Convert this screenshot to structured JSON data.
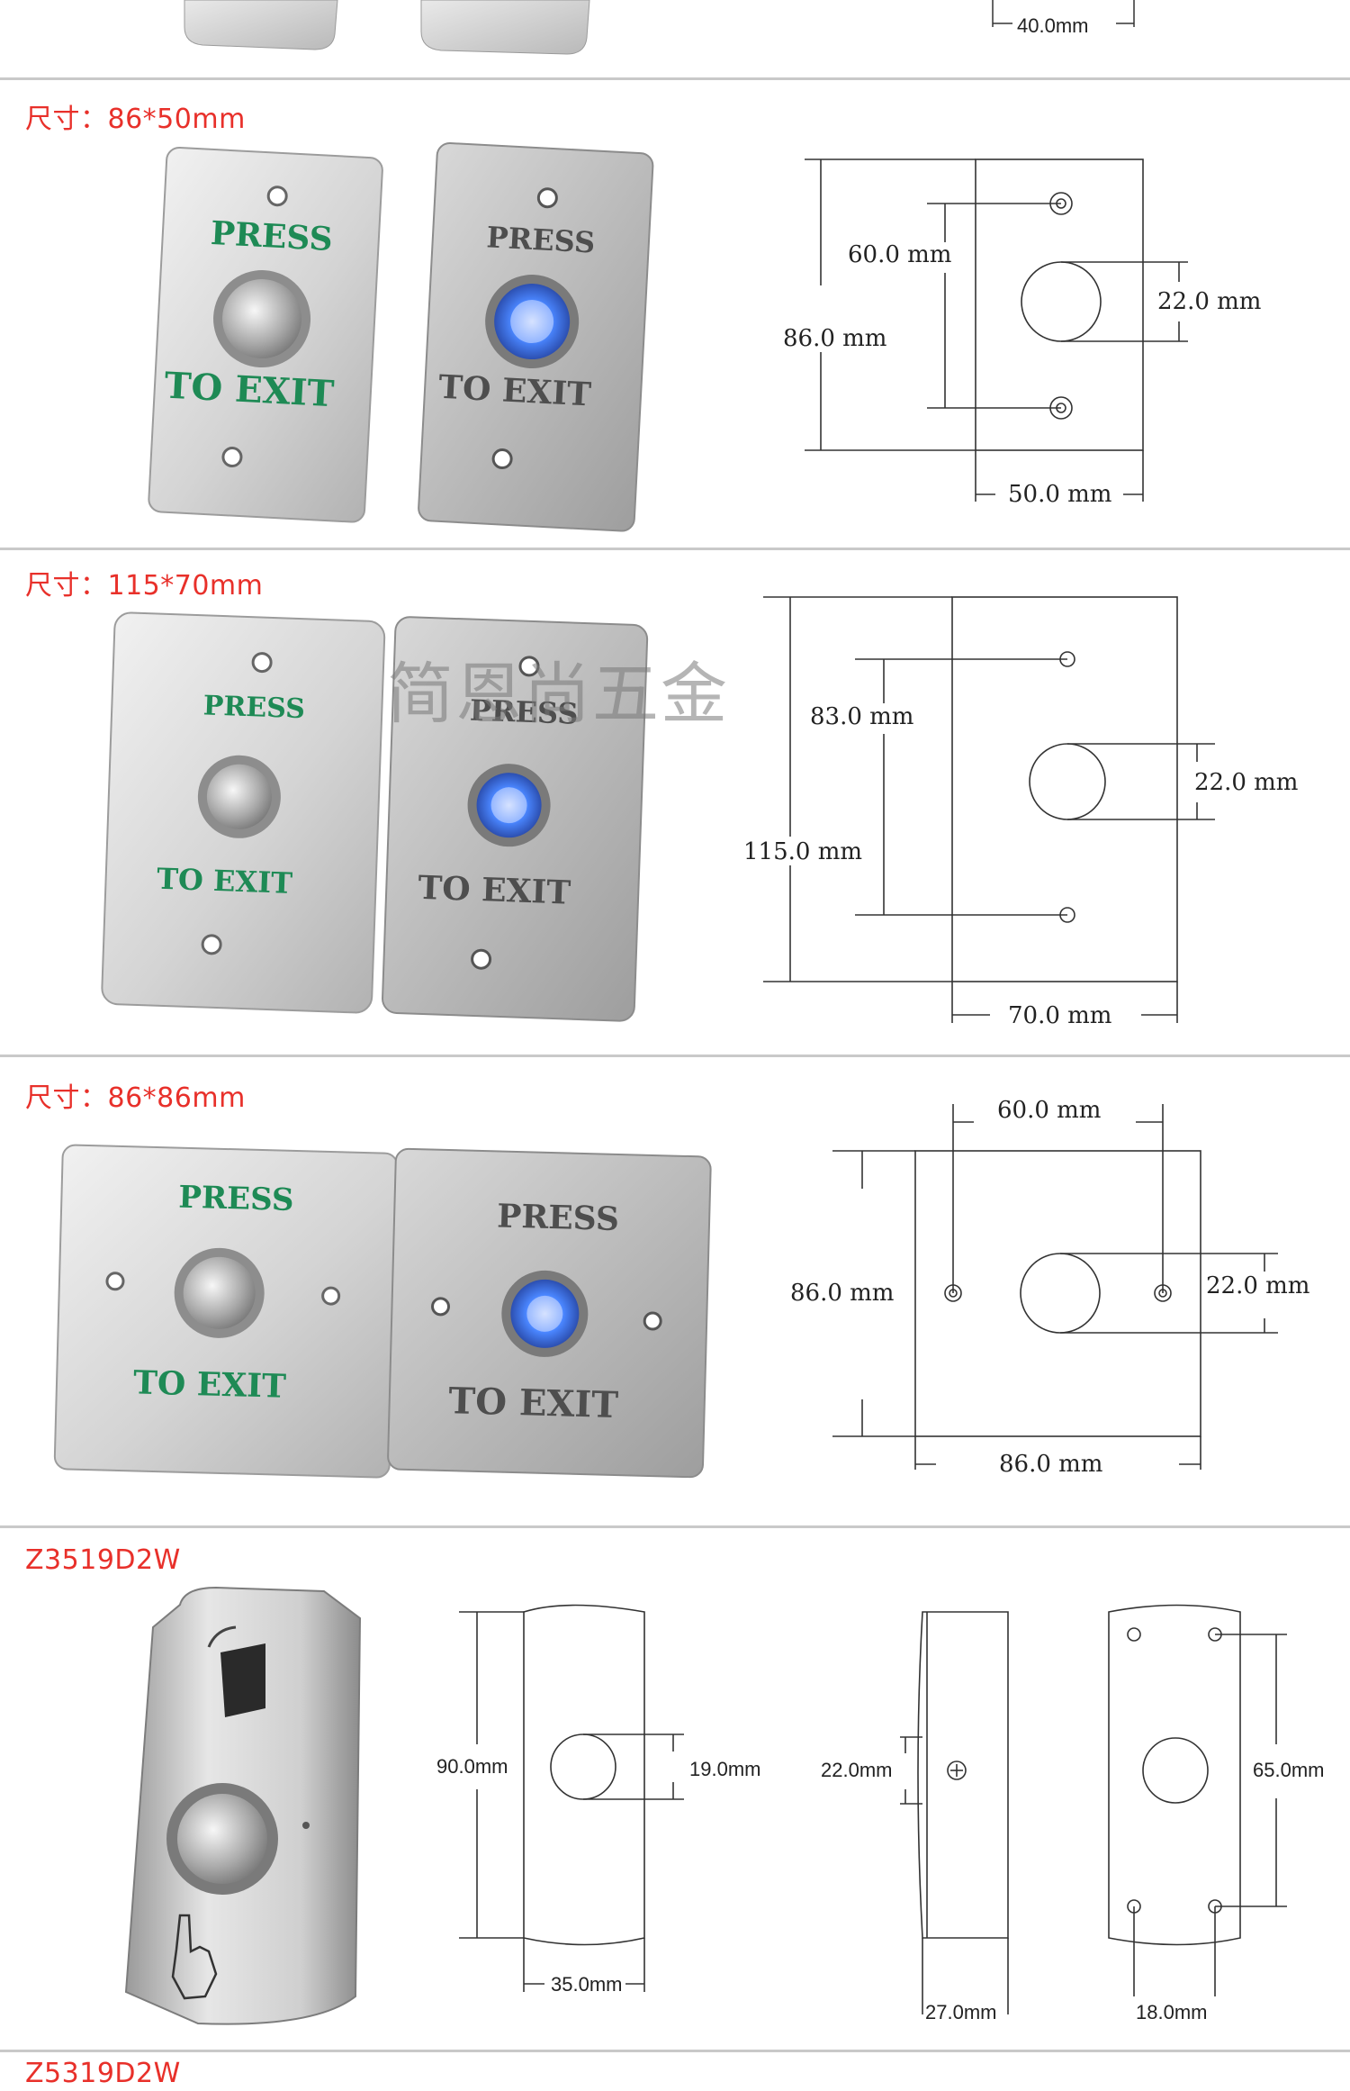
{
  "sections": [
    {
      "title": "",
      "drawing_labels": {
        "width": "40.0mm"
      }
    },
    {
      "title": "尺寸：86*50mm",
      "plates": [
        {
          "top_text": "PRESS",
          "bottom_text": "TO EXIT",
          "led": false
        },
        {
          "top_text": "PRESS",
          "bottom_text": "TO EXIT",
          "led": true
        }
      ],
      "drawing_labels": {
        "hole_spacing": "60.0 mm",
        "height": "86.0 mm",
        "button_diameter": "22.0 mm",
        "width": "50.0 mm"
      }
    },
    {
      "title": "尺寸：115*70mm",
      "plates": [
        {
          "top_text": "PRESS",
          "bottom_text": "TO EXIT",
          "led": false
        },
        {
          "top_text": "PRESS",
          "bottom_text": "TO EXIT",
          "led": true
        }
      ],
      "drawing_labels": {
        "hole_spacing": "83.0 mm",
        "height": "115.0 mm",
        "button_diameter": "22.0 mm",
        "width": "70.0 mm"
      }
    },
    {
      "title": "尺寸：86*86mm",
      "plates": [
        {
          "top_text": "PRESS",
          "bottom_text": "TO EXIT",
          "led": false
        },
        {
          "top_text": "PRESS",
          "bottom_text": "TO EXIT",
          "led": true
        }
      ],
      "drawing_labels": {
        "hole_spacing": "60.0 mm",
        "height": "86.0 mm",
        "button_diameter": "22.0 mm",
        "width": "86.0 mm"
      }
    },
    {
      "title": "Z3519D2W",
      "drawing_labels": {
        "front_height": "90.0mm",
        "front_button": "19.0mm",
        "front_width": "35.0mm",
        "side_height": "22.0mm",
        "side_depth": "27.0mm",
        "back_hole_spacing": "65.0mm",
        "back_hole_width": "18.0mm"
      }
    },
    {
      "title": "Z5319D2W"
    }
  ],
  "watermark": "简恩尚五金",
  "colors": {
    "title_red": "#e8302a",
    "text_green": "#1e8a55",
    "text_gray": "#555555",
    "led_blue": "#3c7bff",
    "divider": "#c9c9c9"
  }
}
